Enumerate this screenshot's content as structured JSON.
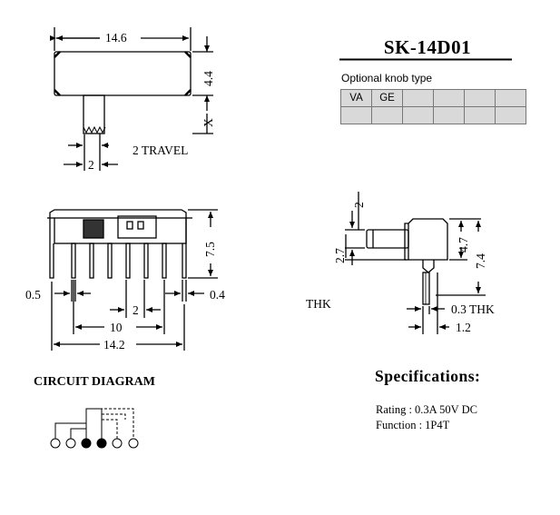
{
  "title": "SK-14D01",
  "knob": {
    "label": "Optional knob type",
    "options": [
      "VA",
      "GE",
      "",
      "",
      "",
      ""
    ]
  },
  "dimensions": {
    "width_top": "14.6",
    "height_top": "4.4",
    "x_mark": "X",
    "travel": "2 TRAVEL",
    "lever_width": "2",
    "height_side": "7.5",
    "pin_width": "0.5",
    "pin_pitch": "2",
    "pin_right": "0.4",
    "pin_span": "10",
    "overall_width": "14.2",
    "knob_dim_2": "2",
    "dim_2_7": "2.7",
    "dim_4_7": "4.7",
    "dim_7_4": "7.4",
    "thk_left": "THK",
    "thk_value": "0.3 THK",
    "dim_1_2": "1.2"
  },
  "specifications": {
    "title": "Specifications:",
    "rating": "Rating : 0.3A 50V DC",
    "function": "Function : 1P4T"
  },
  "circuit": {
    "title": "CIRCUIT DIAGRAM",
    "contacts": [
      "open",
      "open",
      "closed",
      "closed",
      "open",
      "open"
    ]
  }
}
